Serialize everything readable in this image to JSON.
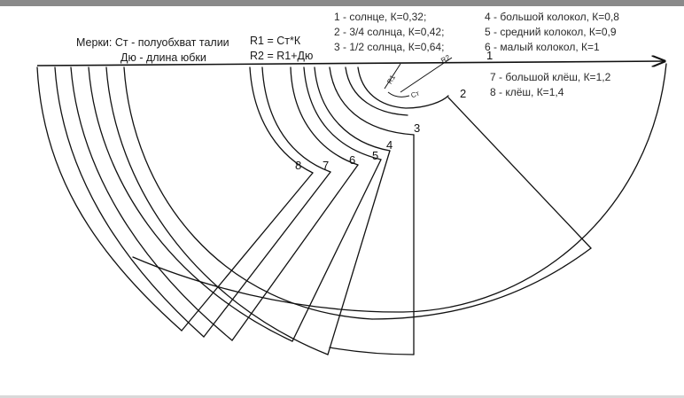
{
  "measures": {
    "line1": "Мерки: Ст - полуобхват талии",
    "line2": "Дю - длина юбки"
  },
  "formulas": {
    "r1": "R1 = Ст*К",
    "r2": "R2 = R1+Дю"
  },
  "legend": [
    "1 - солнце, К=0,32;",
    "2 - 3/4 солнца, К=0,42;",
    "3 - 1/2 солнца, К=0,64;",
    "4 - большой колокол, К=0,8",
    "5 - средний колокол, К=0,9",
    "6 - малый колокол, К=1",
    "7 - большой клёш, К=1,2",
    "8 - клёш, К=1,4"
  ],
  "pattern_numbers": [
    "1",
    "2",
    "3",
    "4",
    "5",
    "6",
    "7",
    "8"
  ],
  "handwritten": {
    "r1": "R1",
    "r2": "R2",
    "ct": "Ст"
  },
  "colors": {
    "ink": "#111111",
    "paper": "#ffffff"
  }
}
